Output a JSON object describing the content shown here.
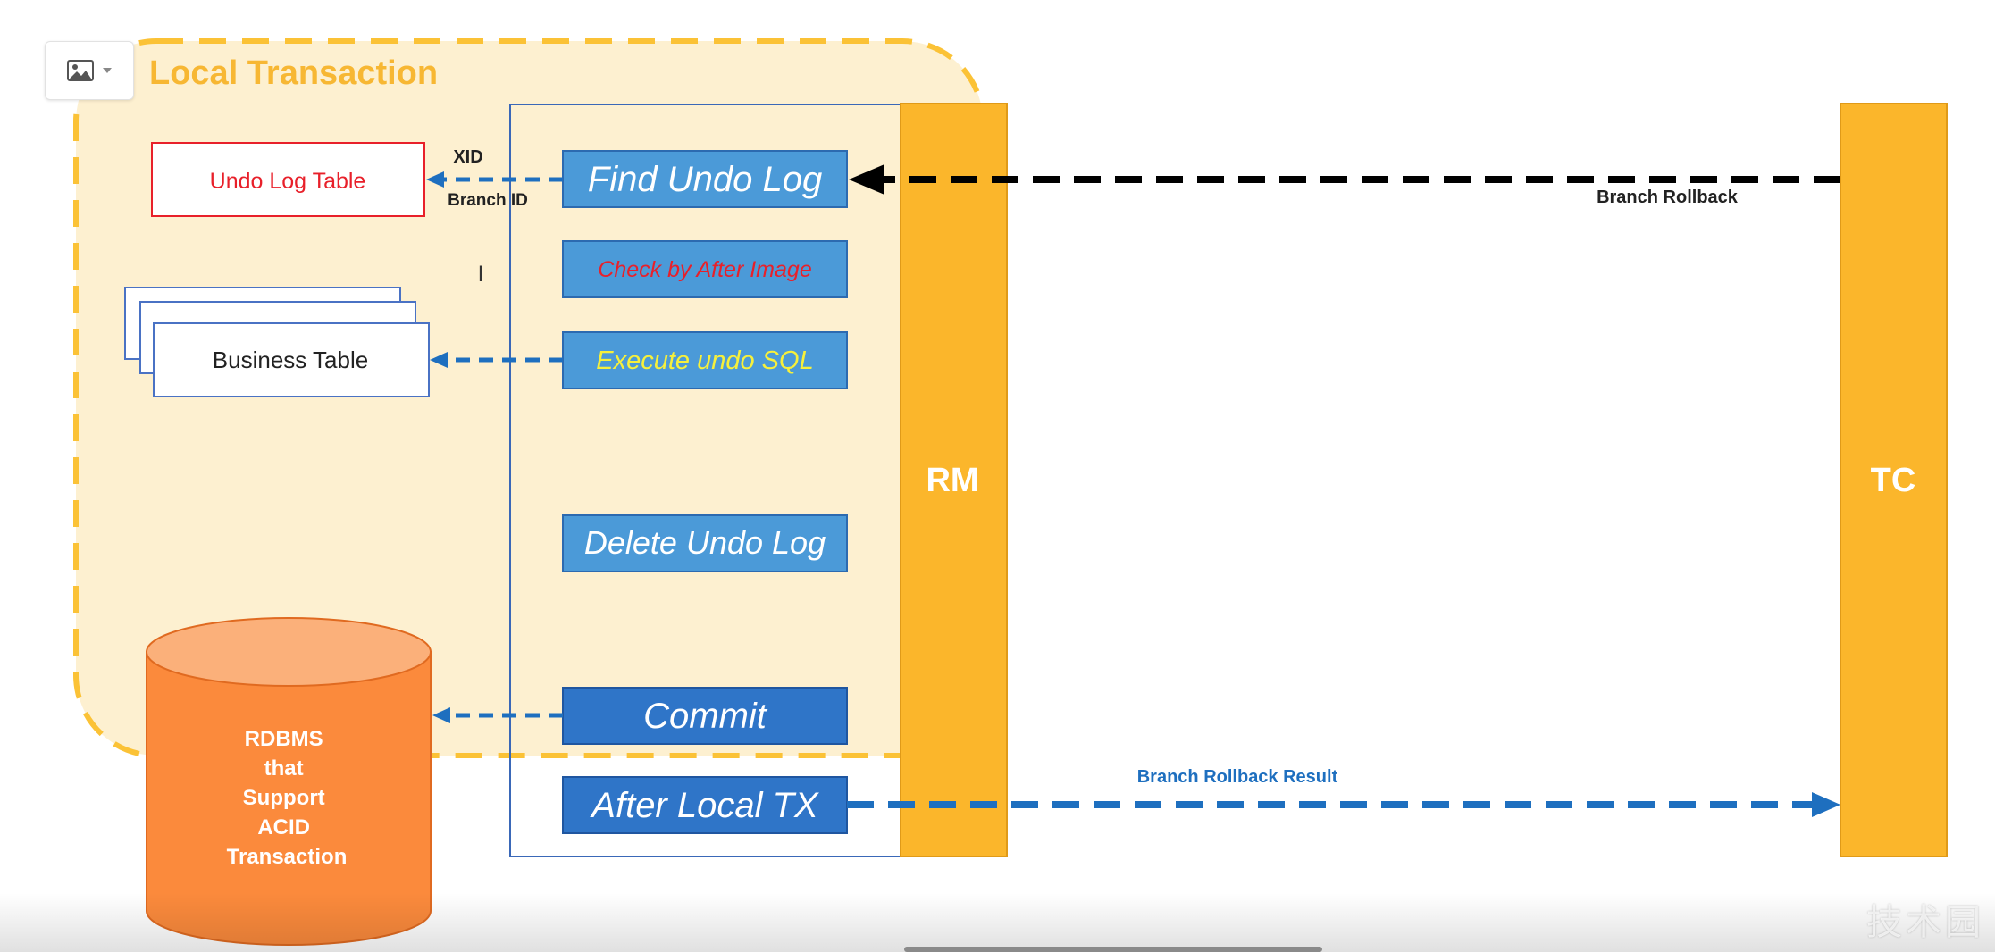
{
  "local_transaction": {
    "title": "Local Transaction"
  },
  "tables": {
    "undo_log_table": "Undo Log Table",
    "business_table": "Business Table"
  },
  "database": {
    "lines": [
      "RDBMS",
      "that",
      "Support",
      "ACID",
      "Transaction"
    ]
  },
  "steps": {
    "find_undo_log": "Find Undo Log",
    "check_after_image": "Check by After Image",
    "execute_undo_sql": "Execute undo SQL",
    "delete_undo_log": "Delete Undo Log",
    "commit": "Commit",
    "after_local_tx": "After Local TX"
  },
  "labels": {
    "xid": "XID",
    "branch_id": "Branch ID",
    "branch_rollback": "Branch Rollback",
    "branch_rollback_result": "Branch Rollback Result"
  },
  "actors": {
    "rm": "RM",
    "tc": "TC"
  },
  "icons": {
    "toolbar": "image-icon",
    "toolbar_dropdown": "chevron-down-icon"
  },
  "colors": {
    "local_tx_fill": "#fdf0d0",
    "local_tx_border": "#fbc236",
    "local_tx_title": "#f7b733",
    "step_fill": "#4b9ad8",
    "step_fill_dark": "#2f75c8",
    "actor_fill": "#fbb62b",
    "db_fill": "#fb8a3c",
    "arrow_blue": "#1e6fbf",
    "arrow_black": "#000000",
    "undo_table_text": "#e8202a",
    "check_text": "#e8202a",
    "execute_text": "#f6f03c"
  }
}
